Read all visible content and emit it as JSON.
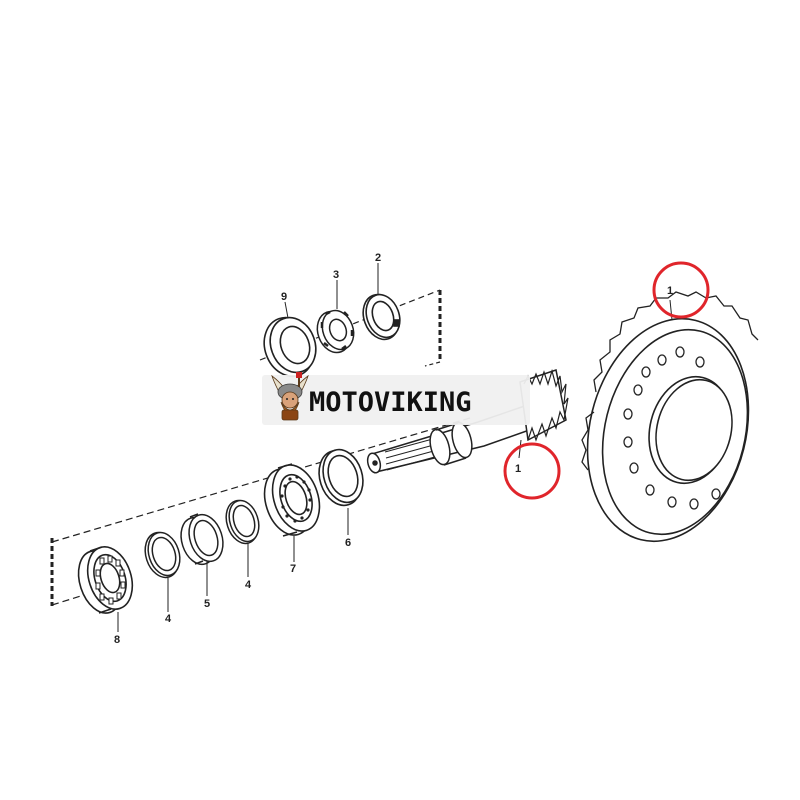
{
  "diagram": {
    "part_labels": {
      "p1_gear": "1",
      "p1_pinion": "1",
      "p2": "2",
      "p3": "3",
      "p4a": "4",
      "p4b": "4",
      "p5": "5",
      "p6": "6",
      "p7": "7",
      "p8": "8",
      "p9": "9"
    },
    "highlight_color": "#e0252b",
    "line_color": "#222222"
  },
  "watermark": {
    "text": "MOTOVIKING",
    "logo": "viking-mascot-logo",
    "background": "#f0f0f0"
  }
}
